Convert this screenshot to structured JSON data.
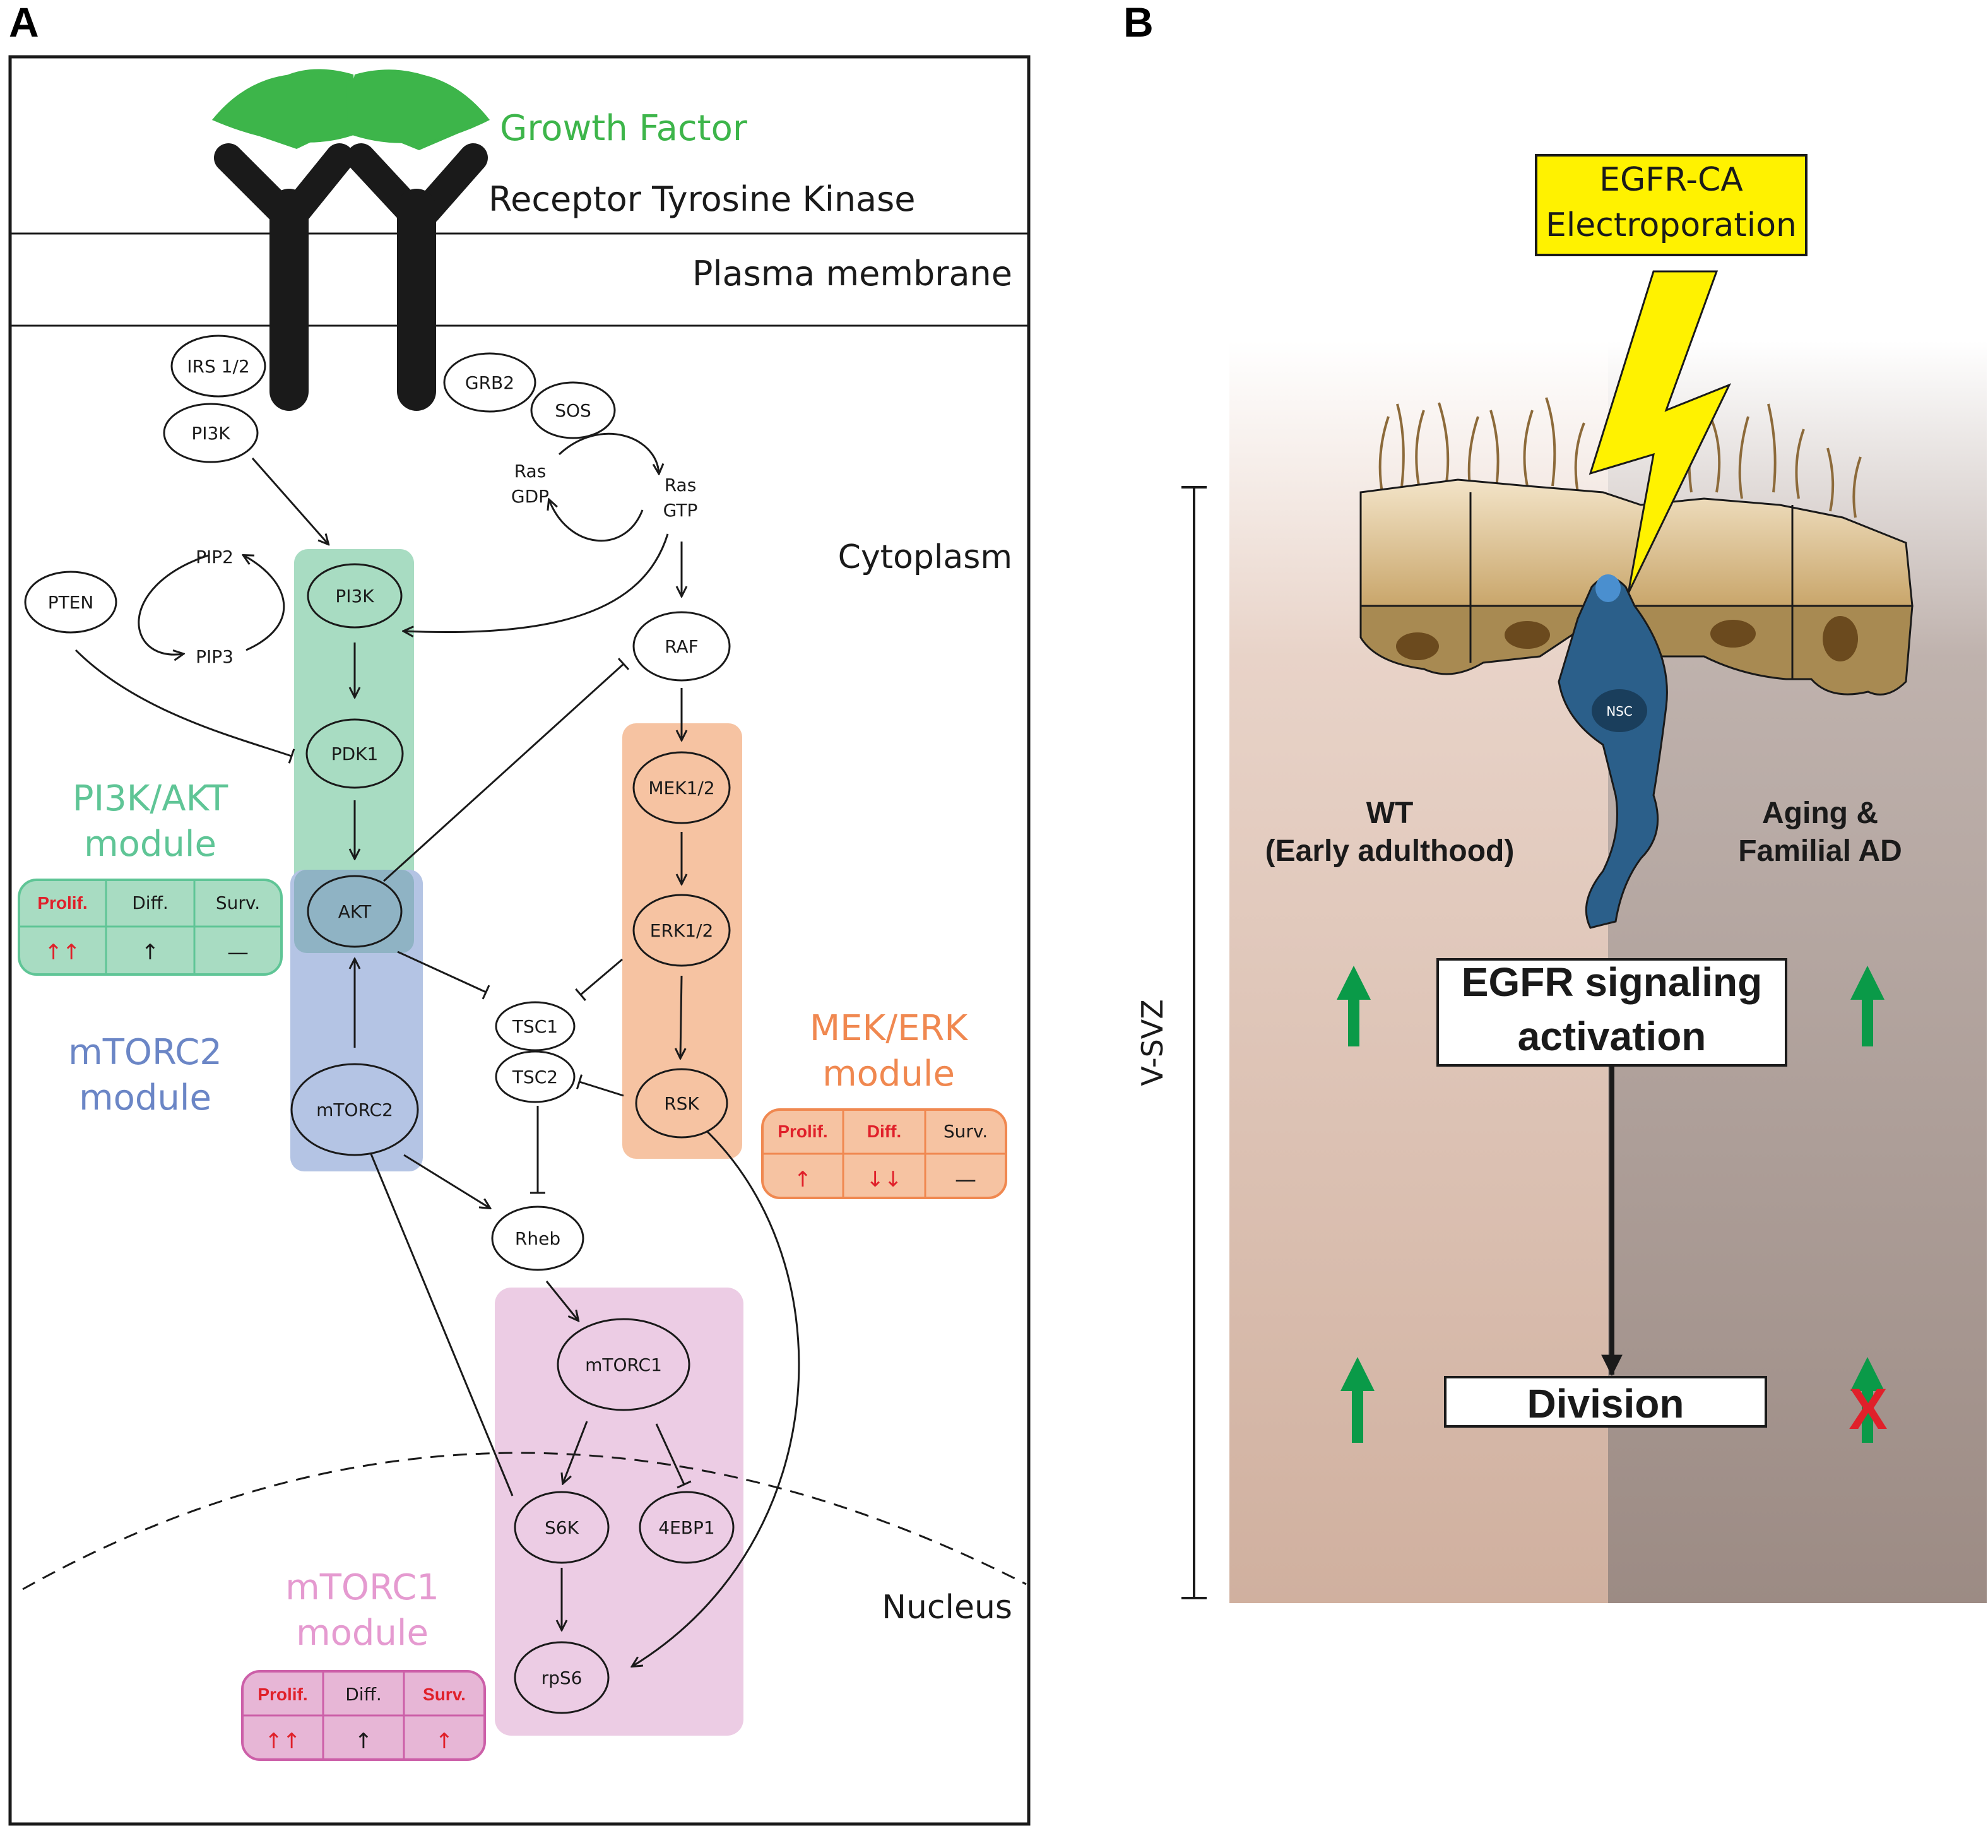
{
  "panels": {
    "a": "A",
    "b": "B"
  },
  "colors": {
    "green_module": "#a8dcc2",
    "blue_module": "#b4c4e4",
    "orange_module": "#f6c3a2",
    "pink_module": "#eccce4",
    "green_text": "#5fc596",
    "blue_text": "#6b86c6",
    "orange_text": "#f08850",
    "pink_text": "#e59ad0",
    "growth_factor": "#3db54a",
    "lightning": "#fff200",
    "nsc": "#2b5f8a",
    "red": "#e0202a",
    "arrow_green": "#0a9a48"
  },
  "panel_a": {
    "growth_factor": "Growth Factor",
    "receptor": "Receptor Tyrosine Kinase",
    "plasma_membrane": "Plasma membrane",
    "cytoplasm": "Cytoplasm",
    "nucleus": "Nucleus",
    "nodes": {
      "irs": "IRS 1/2",
      "pi3k_top": "PI3K",
      "grb2": "GRB2",
      "sos": "SOS",
      "ras_gdp_1": "Ras",
      "ras_gdp_2": "GDP",
      "ras_gtp_1": "Ras",
      "ras_gtp_2": "GTP",
      "pip2": "PIP2",
      "pip3": "PIP3",
      "pten": "PTEN",
      "pi3k": "PI3K",
      "pdk1": "PDK1",
      "akt": "AKT",
      "mtorc2": "mTORC2",
      "raf": "RAF",
      "mek": "MEK1/2",
      "erk": "ERK1/2",
      "rsk": "RSK",
      "tsc1": "TSC1",
      "tsc2": "TSC2",
      "rheb": "Rheb",
      "mtorc1": "mTORC1",
      "s6k": "S6K",
      "ebp1": "4EBP1",
      "rps6": "rpS6"
    },
    "modules": {
      "pi3k_akt": {
        "line1": "PI3K/AKT",
        "line2": "module",
        "headers": [
          "Prolif.",
          "Diff.",
          "Surv."
        ],
        "values": [
          "↑↑",
          "↑",
          "—"
        ]
      },
      "mtorc2": {
        "line1": "mTORC2",
        "line2": "module"
      },
      "mek_erk": {
        "line1": "MEK/ERK",
        "line2": "module",
        "headers": [
          "Prolif.",
          "Diff.",
          "Surv."
        ],
        "values": [
          "↑",
          "↓↓",
          "—"
        ]
      },
      "mtorc1": {
        "line1": "mTORC1",
        "line2": "module",
        "headers": [
          "Prolif.",
          "Diff.",
          "Surv."
        ],
        "values": [
          "↑↑",
          "↑",
          "↑"
        ]
      }
    }
  },
  "panel_b": {
    "egfr_ca_1": "EGFR-CA",
    "egfr_ca_2": "Electroporation",
    "nsc": "NSC",
    "vsvz": "V-SVZ",
    "wt_1": "WT",
    "wt_2": "(Early adulthood)",
    "aging_1": "Aging &",
    "aging_2": "Familial AD",
    "egfr_signal_1": "EGFR signaling",
    "egfr_signal_2": "activation",
    "division": "Division",
    "x_mark": "X"
  }
}
